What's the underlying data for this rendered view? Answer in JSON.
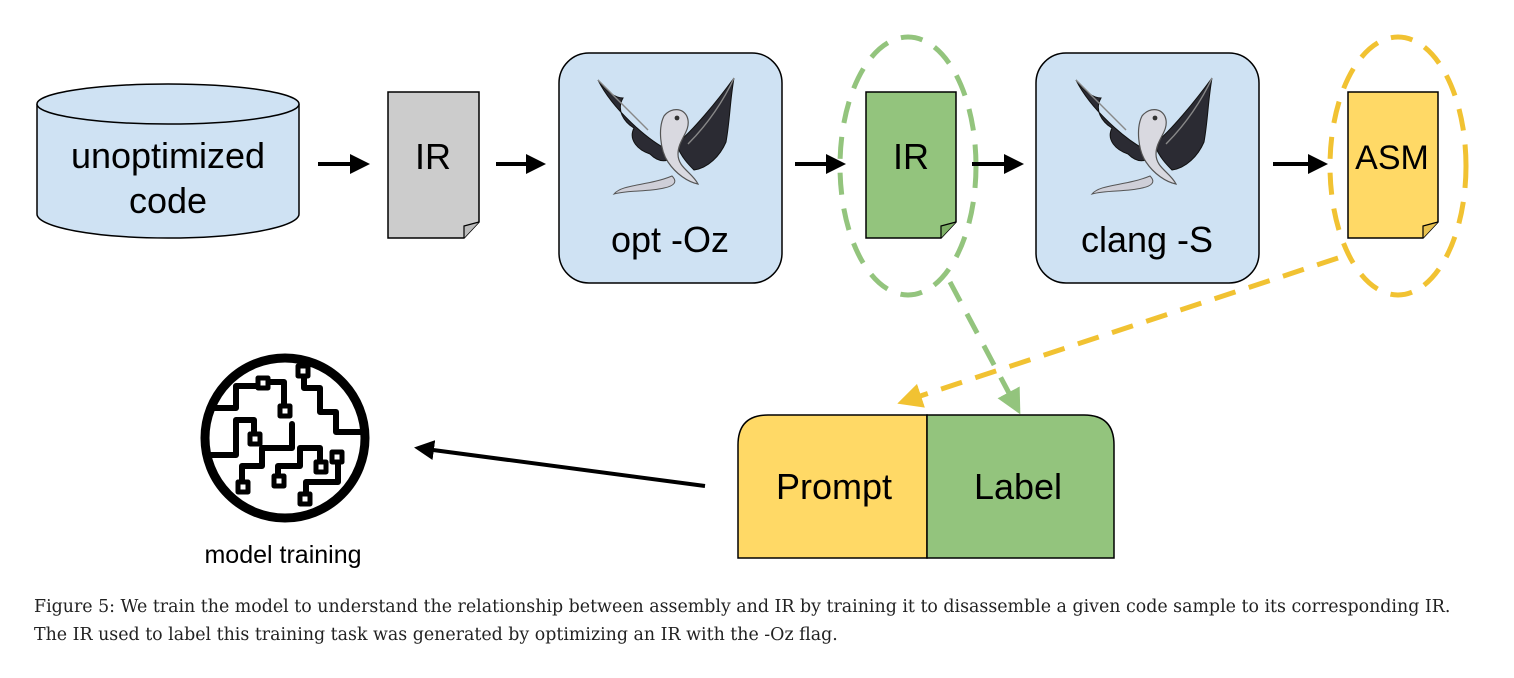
{
  "diagram": {
    "source_label_line1": "unoptimized",
    "source_label_line2": "code",
    "ir_input_label": "IR",
    "opt_label": "opt -Oz",
    "ir_output_label": "IR",
    "clang_label": "clang -S",
    "asm_label": "ASM",
    "prompt_label": "Prompt",
    "label_label": "Label",
    "model_label": "model training"
  },
  "colors": {
    "database_fill": "#cfe2f3",
    "tool_fill": "#cfe2f3",
    "ir_input_fill": "#cccccc",
    "ir_output_fill": "#93c47d",
    "asm_fill": "#ffd966",
    "green_dash": "#93c47d",
    "yellow_dash": "#f1c232"
  },
  "caption": "Figure 5: We train the model to understand the relationship between assembly and IR by training it to disassemble a given code sample to its corresponding IR. The IR used to label this training task was generated by optimizing an IR with the -Oz flag."
}
